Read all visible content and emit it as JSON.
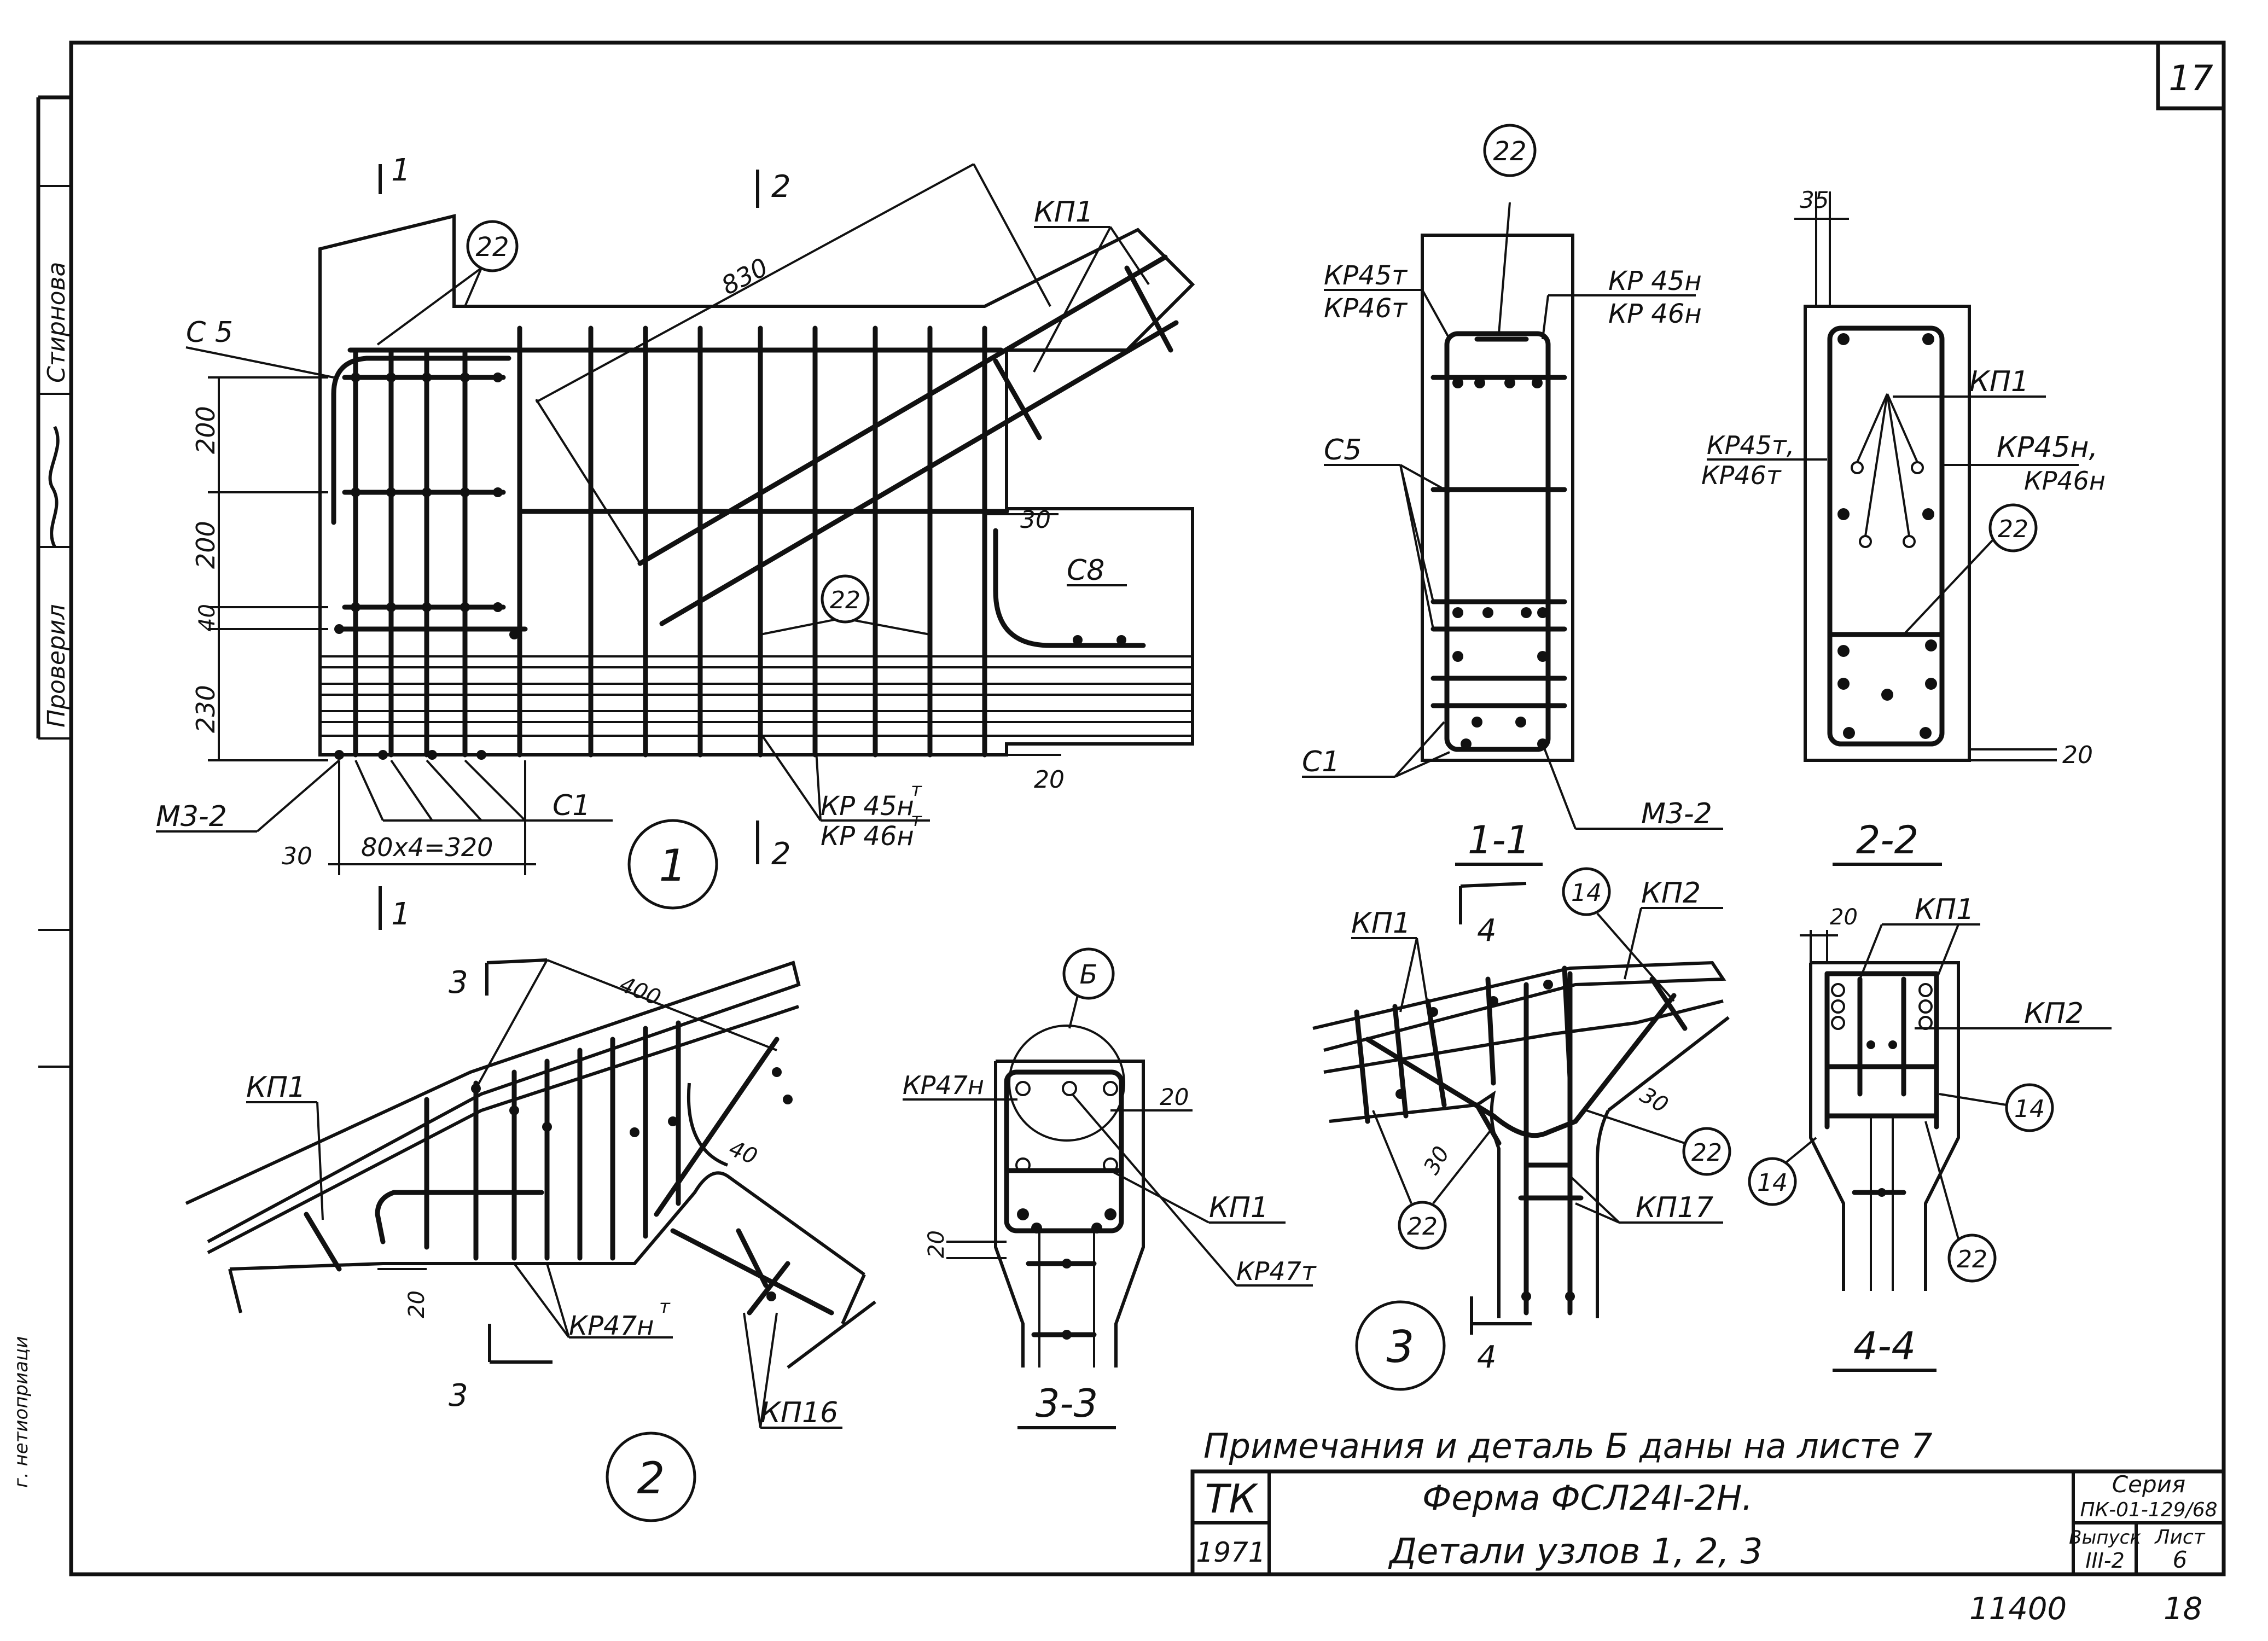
{
  "sheet": {
    "page_number": "17",
    "bottom_left_code": "11400",
    "bottom_right_code": "18"
  },
  "left_strip": {
    "checked": "Проверил",
    "signature_name": "Стирнова",
    "rotated_note": "г. нетиоприаци"
  },
  "node1": {
    "section_mark": "1",
    "section_mark2": "2",
    "balloon_22": "22",
    "label_c5": "С 5",
    "label_kp1": "КП1",
    "dim_830": "830",
    "dim_200a": "200",
    "dim_200b": "200",
    "dim_40": "40",
    "dim_230": "230",
    "dim_30": "30",
    "dim_30b": "30",
    "dim_20": "20",
    "dim_spacing": "80x4=320",
    "label_m32": "М3-2",
    "label_c1": "С1",
    "label_c8": "С8",
    "label_kp45": "КР 45н",
    "label_kp46": "КР 46н",
    "label_kp45_sup": "т",
    "label_kp46_sup": "т",
    "node_number": "1"
  },
  "section11": {
    "balloon_22": "22",
    "kp45t": "КР45т",
    "kp46t": "КР46т",
    "kp45n": "КР 45н",
    "kp46n": "КР 46н",
    "label_c5": "С5",
    "label_c1": "С1",
    "label_m32": "М3-2",
    "title": "1-1"
  },
  "section22": {
    "dim_35": "35",
    "dim_20": "20",
    "label_kp1": "КП1",
    "kp45t": "КР45т,",
    "kp46t": "КР46т",
    "kp45n": "КР45н,",
    "kp46n": "КР46н",
    "balloon_22": "22",
    "title": "2-2"
  },
  "node2": {
    "section_mark": "3",
    "dim_400": "400",
    "dim_40": "40",
    "dim_20": "20",
    "label_kp1": "КП1",
    "label_kp47": "КР47н",
    "label_kp47_sup": "т",
    "label_kp16": "КП16",
    "node_number": "2"
  },
  "section33": {
    "balloon_b": "Б",
    "kp47n": "КР47н",
    "dim_20a": "20",
    "dim_20b": "20",
    "label_kp1": "КП1",
    "kp47t": "КР47т",
    "title": "3-3"
  },
  "node3": {
    "label_kp1": "КП1",
    "section_mark": "4",
    "balloon_14": "14",
    "label_kp2": "КП2",
    "dim_30a": "30",
    "dim_30b": "30",
    "balloon_22a": "22",
    "balloon_22b": "22",
    "label_kp17": "КП17",
    "node_number": "3"
  },
  "section44": {
    "dim_20": "20",
    "label_kp1": "КП1",
    "label_kp2": "КП2",
    "balloon_14a": "14",
    "balloon_14b": "14",
    "balloon_22": "22",
    "title": "4-4"
  },
  "note": "Примечания и деталь Б даны на листе 7",
  "title_block": {
    "org": "ТК",
    "year": "1971",
    "title_line1": "Ферма ФСЛ24I-2Н.",
    "title_line2": "Детали узлов 1, 2, 3",
    "series_label": "Серия",
    "series_value": "ПК-01-129/68",
    "issue_label": "Выпуск",
    "issue_value": "III-2",
    "sheet_label": "Лист",
    "sheet_value": "6"
  }
}
